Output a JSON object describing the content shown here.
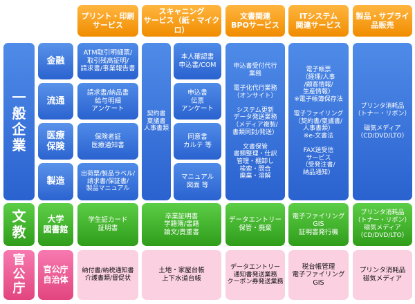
{
  "headers": [
    "プリント・印刷\nサービス",
    "スキャニング\nサービス（紙・マイクロ）",
    "文書関連\nBPOサービス",
    "ITシステム\n関連サービス",
    "製品・サプライ\n品販売"
  ],
  "sections": {
    "general": "一\n般\n企\n業",
    "education": "文\n教",
    "government": "官\n公\n庁"
  },
  "rows": {
    "finance": "金融",
    "distribution": "流通",
    "medical": "医療\n保険",
    "manufacturing": "製造",
    "university": "大学\n図書館",
    "public_office": "官公庁\n自治体"
  },
  "general": {
    "print_finance": "ATM取引明細票/\n取引残高証明/\n請求書/事業報告書",
    "print_distribution": "請求書/納品書\n給与明細\nアンケート",
    "print_medical": "保険者証\n医療通知書",
    "print_manufacturing": "出荷票/製品ラベル/\n請求書/保証書/\n製品マニュアル",
    "scan_shared": "契約書\n稟議書\n人事書類",
    "scan_finance": "本人確認書\n申込書/COM",
    "scan_distribution": "申込書\n伝票\nアンケート",
    "scan_medical": "同意書\nカルテ 等",
    "scan_manufacturing": "マニュアル\n図面 等",
    "bpo": "申込書受付代行\n業務\n\n電子化代行業務\n（オンサイト）\n\nシステム更新\nデータ発送業務\n（メディア複製/\n書類同封/発送）\n\n文書保管\n書類整理・仕訳\n管理・棚卸し\n検索・問合\n廃棄・溶解",
    "it": "電子帳票\n（経理/人事\n/顧客情報/\n生産情報）\n※電子帳簿保存法\n\n電子ファイリング\n（契約書/稟議書/\n人事書類）\n※e-文書法\n\nFAX送受信\nサービス\n（受発注書/\n納品通知）",
    "products": "プリンタ消耗品\n（トナー・リボン）\n\n磁気メディア\n（CD/DVD/LTO）"
  },
  "education": {
    "print": "学生証カード\n証明書",
    "scan": "卒業証明書\n学籍簿/書籍\n論文/貴重書",
    "bpo": "データエントリー\n保管・廃棄",
    "it": "電子ファイリング\nGIS\n証明書発行機",
    "products": "プリンタ消耗品\n（トナー・リボン）\n磁気メディア\n（CD/DVD/LTO）"
  },
  "government": {
    "print": "納付書/納税通知書\n介護書類/督促状",
    "scan": "土地・家屋台帳\n上下水道台帳",
    "bpo": "データエントリー\n通知書発送業務\nクーポン券発送業務",
    "it": "税台帳管理\n電子ファイリング\nGIS",
    "products": "プリンタ消耗品\n磁気メディア"
  },
  "colors": {
    "header_orange": "#f49a0c",
    "general_blue": "#2f6bd6",
    "education_green": "#35a51f",
    "government_pink": "#e2457f",
    "government_cell": "#fbd0e0"
  }
}
